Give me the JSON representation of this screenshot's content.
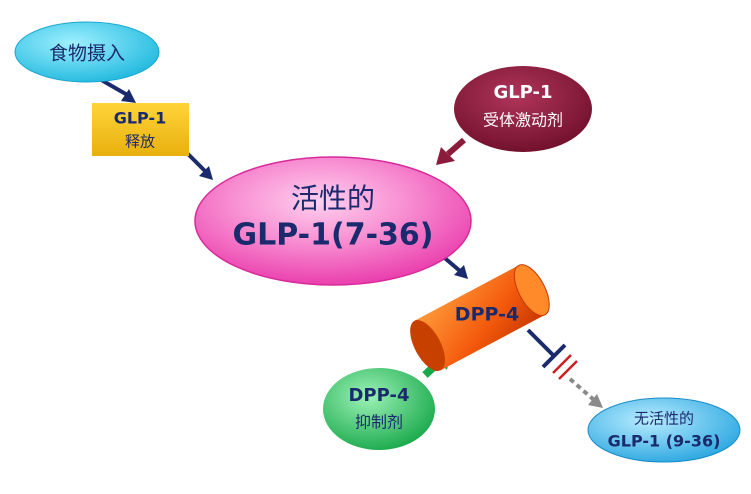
{
  "nodes": {
    "food_intake": {
      "label": "食物摄入"
    },
    "glp1_release": {
      "line1": "GLP-1",
      "line2": "释放"
    },
    "agonist": {
      "line1": "GLP-1",
      "line2": "受体激动剂"
    },
    "active_glp1": {
      "line1": "活性的",
      "line2": "GLP-1(7-36)"
    },
    "dpp4": {
      "label": "DPP-4"
    },
    "inhibitor": {
      "line1": "DPP-4",
      "line2": "抑制剂"
    },
    "inactive_glp1": {
      "line1": "无活性的",
      "line2": "GLP-1 (9-36)"
    }
  },
  "colors": {
    "food_fill": "#33d1f0",
    "release_fill": "#f2c21b",
    "agonist_fill": "#8c1c3c",
    "active_fill": "#f04fb0",
    "dpp4_fill": "#f46a12",
    "inhibitor_fill": "#22c05a",
    "inactive_fill": "#33b3e8",
    "navy": "#1a2a6c",
    "arrow_maroon": "#8c1c3c",
    "arrow_green": "#1aa84a",
    "inhibit_red": "#cc1f1f",
    "dash_gray": "#8a8a8a"
  }
}
